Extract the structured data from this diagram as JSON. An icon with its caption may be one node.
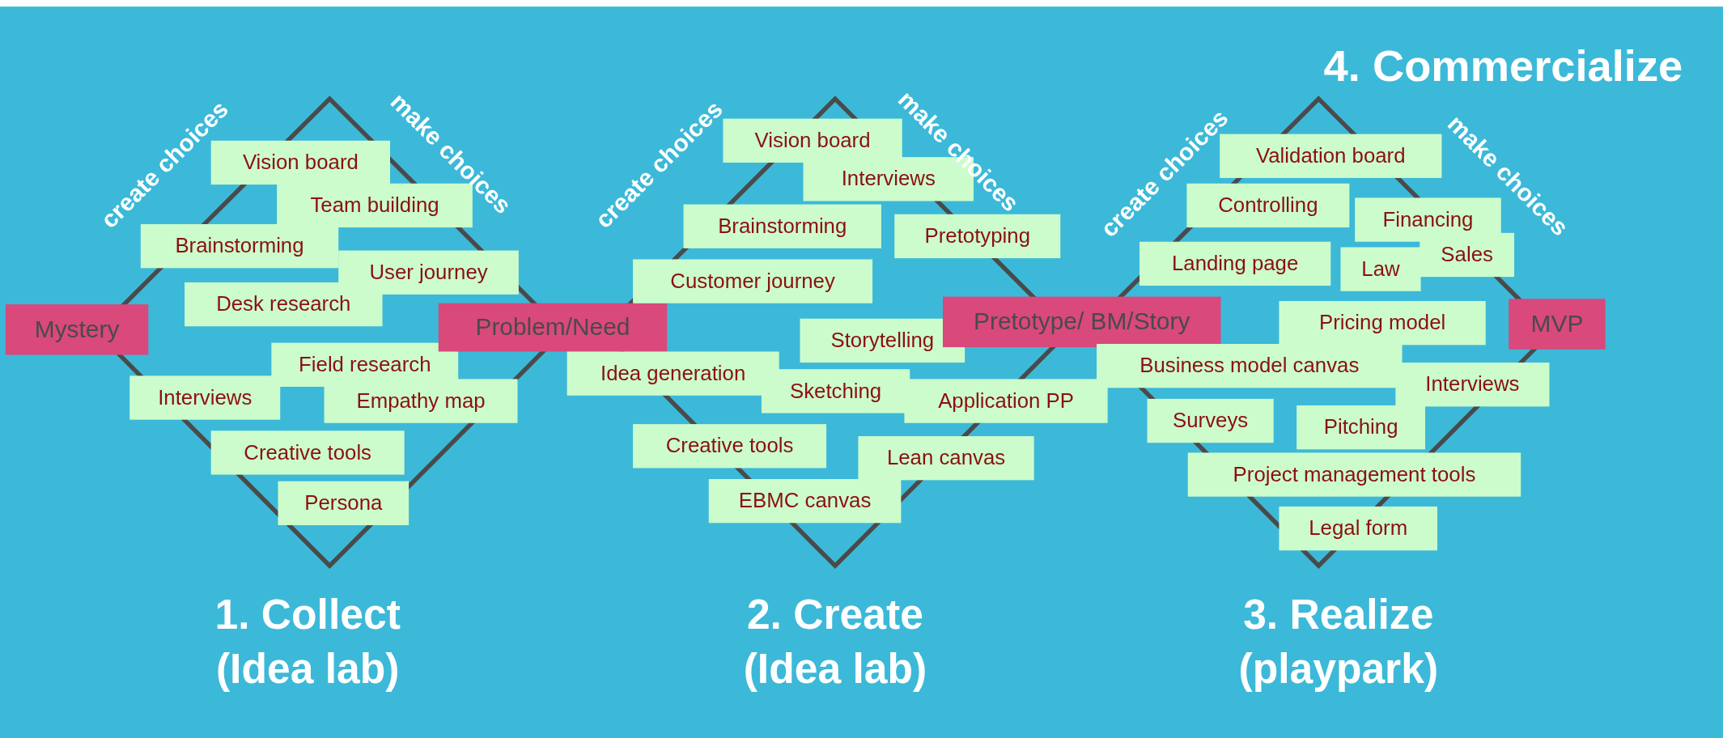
{
  "diagram": {
    "nodes": [
      {
        "text": [
          "Mystery"
        ]
      },
      {
        "text": [
          "Vision board"
        ]
      },
      {
        "text": [
          "Team building"
        ]
      },
      {
        "text": [
          "Brainstorming"
        ]
      },
      {
        "text": [
          "User journey"
        ]
      },
      {
        "text": [
          "Desk research"
        ]
      },
      {
        "text": [
          "Field research"
        ]
      },
      {
        "text": [
          "Interviews"
        ]
      },
      {
        "text": [
          "Empathy map"
        ]
      },
      {
        "text": [
          "Creative tools"
        ]
      },
      {
        "text": [
          "Persona"
        ]
      },
      {
        "text": [
          "Problem/Need"
        ]
      },
      {
        "text": [
          "Vision board"
        ]
      },
      {
        "text": [
          "Interviews"
        ]
      },
      {
        "text": [
          "Brainstorming"
        ]
      },
      {
        "text": [
          "Pretotyping"
        ]
      },
      {
        "text": [
          "Customer journey"
        ]
      },
      {
        "text": [
          "Storytelling"
        ]
      },
      {
        "text": [
          "Idea generation"
        ]
      },
      {
        "text": [
          "Sketching"
        ]
      },
      {
        "text": [
          "Application PP"
        ]
      },
      {
        "text": [
          "Creative tools"
        ]
      },
      {
        "text": [
          "Lean canvas"
        ]
      },
      {
        "text": [
          "EBMC canvas"
        ]
      },
      {
        "text": [
          "Pretotype/ BM/Story"
        ]
      },
      {
        "text": [
          "Validation board"
        ]
      },
      {
        "text": [
          "Controlling"
        ]
      },
      {
        "text": [
          "Financing"
        ]
      },
      {
        "text": [
          "Landing page"
        ]
      },
      {
        "text": [
          "Law"
        ]
      },
      {
        "text": [
          "Sales"
        ]
      },
      {
        "text": [
          "Pricing model"
        ]
      },
      {
        "text": [
          "MVP"
        ]
      },
      {
        "text": [
          "Business model canvas"
        ]
      },
      {
        "text": [
          "Interviews"
        ]
      },
      {
        "text": [
          "Surveys"
        ]
      },
      {
        "text": [
          "Pitching"
        ]
      },
      {
        "text": [
          "Project management tools"
        ]
      },
      {
        "text": [
          "Legal form"
        ]
      }
    ],
    "labels": [
      "4. Commercialize",
      "create choices",
      "make choices",
      "create choices",
      "make choices",
      "create choices",
      "make choices",
      "1. Collect (Idea lab)",
      "2. Create (Idea lab)",
      "3. Realize (playpark)"
    ]
  }
}
